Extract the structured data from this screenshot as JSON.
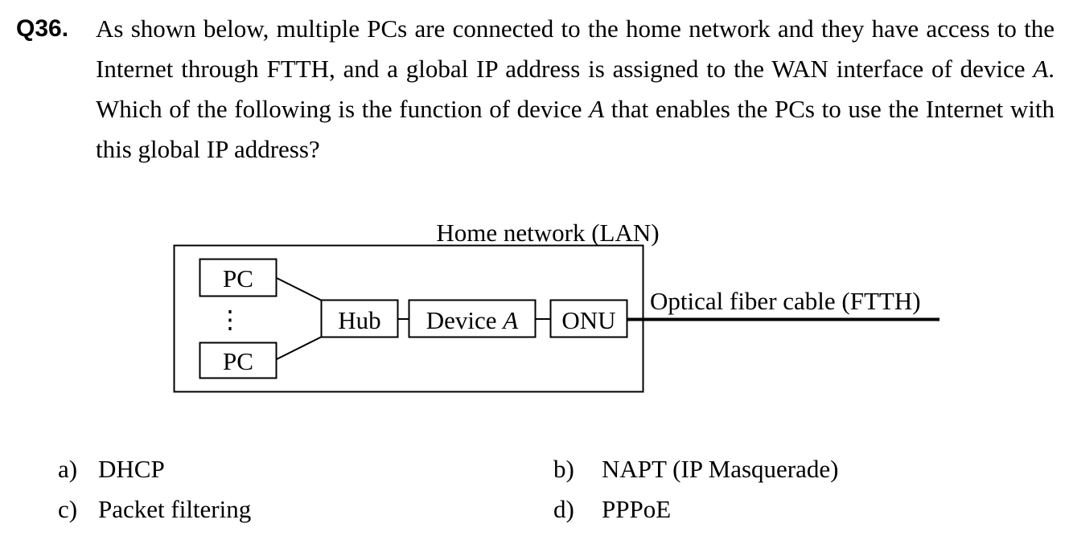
{
  "question": {
    "number": "Q36.",
    "text_part1": "As shown below, multiple PCs are connected to the home network and they have access to the Internet through FTTH, and a global IP address is assigned to the WAN interface of device ",
    "text_italic1": "A",
    "text_part2": ". Which of the following is the function of device ",
    "text_italic2": "A",
    "text_part3": " that enables the PCs to use the Internet with this global IP address?"
  },
  "diagram": {
    "lan_label": "Home network (LAN)",
    "pc_top": "PC",
    "ellipsis": "⋮",
    "pc_bottom": "PC",
    "hub": "Hub",
    "device_prefix": "Device ",
    "device_italic": "A",
    "onu": "ONU",
    "fiber_label": "Optical fiber cable (FTTH)"
  },
  "options": [
    {
      "label": "a)",
      "text": "DHCP"
    },
    {
      "label": "b)",
      "text": "NAPT (IP Masquerade)"
    },
    {
      "label": "c)",
      "text": "Packet filtering"
    },
    {
      "label": "d)",
      "text": "PPPoE"
    }
  ]
}
